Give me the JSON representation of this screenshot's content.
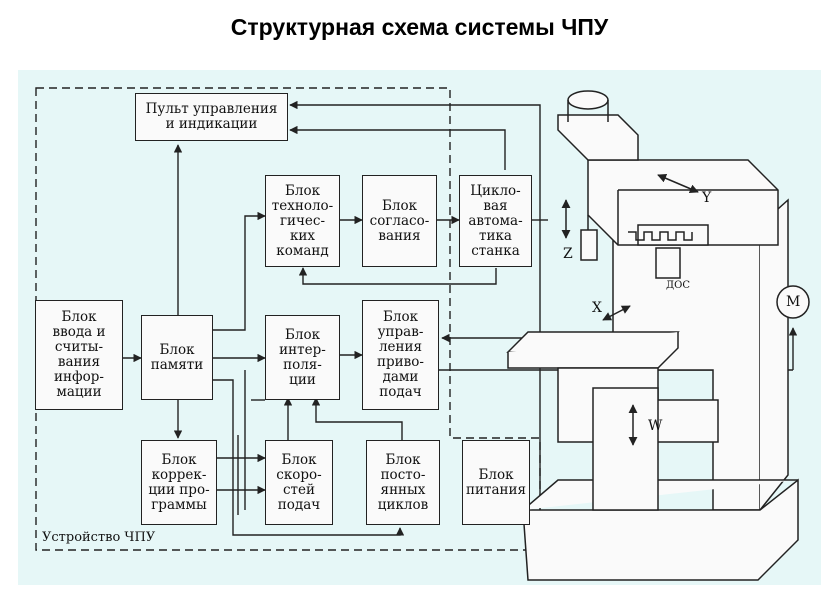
{
  "title": "Структурная схема системы ЧПУ",
  "device_label": "Устройство ЧПУ",
  "blocks": {
    "panel": "Пульт управления\nи индикации",
    "tech": "Блок\nтехноло-\nгичес-\nких\nкоманд",
    "soglas": "Блок\nсогласо-\nвания",
    "cycle": "Цикло-\nвая\nавтома-\nтика\nстанка",
    "input": "Блок\nввода и\nсчиты-\nвания\nинфор-\nмации",
    "memory": "Блок\nпамяти",
    "interp": "Блок\nинтер-\nполя-\nции",
    "drive": "Блок\nуправ-\nления\nприво-\nдами\nподач",
    "correction": "Блок\nкоррек-\nции про-\nграммы",
    "speed": "Блок\nскоро-\nстей\nподач",
    "constcycles": "Блок\nпосто-\nянных\nциклов",
    "power": "Блок\nпитания"
  },
  "machine": {
    "axis_x": "X",
    "axis_y": "Y",
    "axis_z": "Z",
    "axis_w": "W",
    "motor": "M",
    "sensor": "ДОС"
  },
  "colors": {
    "panel_background": "#e6f7f7",
    "line": "#222222"
  }
}
